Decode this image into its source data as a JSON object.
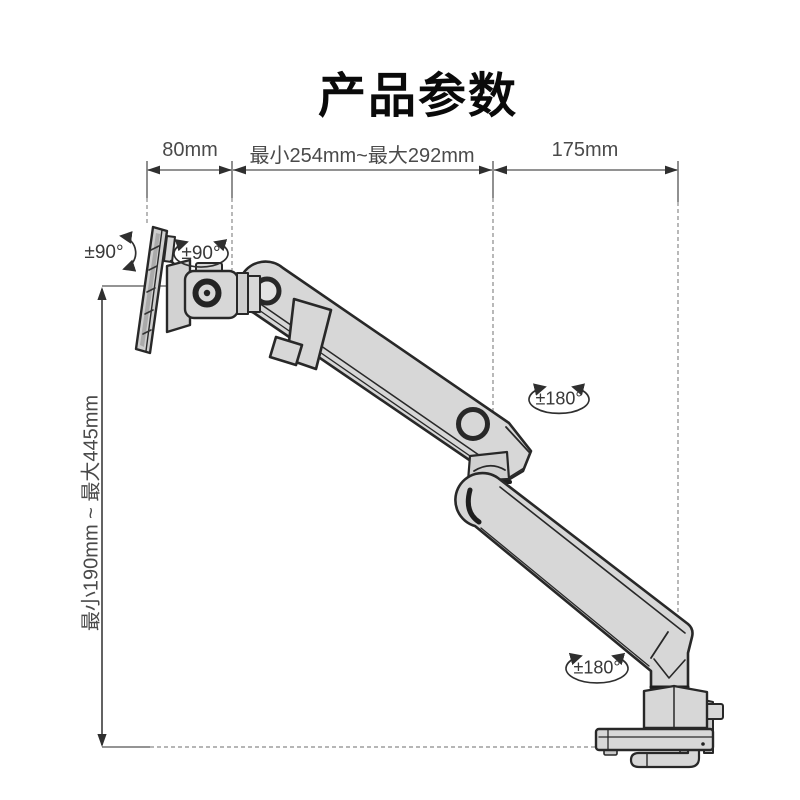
{
  "title": "产品参数",
  "dimensions": {
    "vesa_width": "80mm",
    "upper_arm_length": "最小254mm~最大292mm",
    "lower_arm_length": "175mm",
    "height_range": "最小190mm ~ 最大445mm"
  },
  "rotations": {
    "vesa_tilt": "±90°",
    "vesa_swivel": "±90°",
    "elbow_joint": "±180°",
    "base_joint": "±180°"
  },
  "colors": {
    "background": "#ffffff",
    "title_text": "#0a0a0a",
    "dimension_text": "#4a4a4a",
    "dimension_line": "#6e6e6e",
    "arrow": "#2f2f2f",
    "arm_fill": "#d7d7d7",
    "arm_outline": "#282828"
  }
}
